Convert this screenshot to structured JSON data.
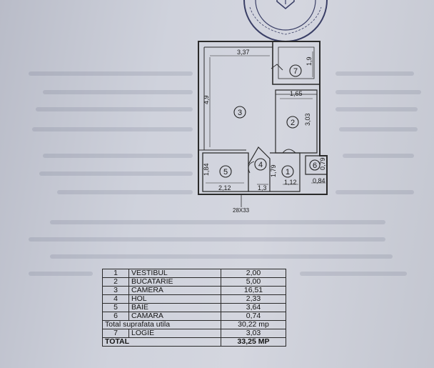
{
  "plan": {
    "dimensions": {
      "top_width": "3,37",
      "left_height": "4,9",
      "right_top": "1,9",
      "kitchen_width": "1,65",
      "kitchen_height": "3,03",
      "bath_width": "2,12",
      "bath_height": "1,84",
      "hall_width": "1,3",
      "hall_height": "1,79",
      "vestibul_width": "1,12",
      "camara_width": "0,84",
      "camara_height": "0,79",
      "bottom_mark": "28X33"
    },
    "rooms": [
      {
        "num": "1"
      },
      {
        "num": "2"
      },
      {
        "num": "3"
      },
      {
        "num": "4"
      },
      {
        "num": "5"
      },
      {
        "num": "6"
      },
      {
        "num": "7"
      }
    ]
  },
  "table": {
    "rows": [
      {
        "num": "1",
        "name": "VESTIBUL",
        "area": "2,00"
      },
      {
        "num": "2",
        "name": "BUCATARIE",
        "area": "5,00"
      },
      {
        "num": "3",
        "name": "CAMERA",
        "area": "16,51"
      },
      {
        "num": "4",
        "name": "HOL",
        "area": "2,33"
      },
      {
        "num": "5",
        "name": "BAIE",
        "area": "3,64"
      },
      {
        "num": "6",
        "name": "CAMARA",
        "area": "0,74"
      }
    ],
    "useful_label": "Total suprafata utila",
    "useful_value": "30,22 mp",
    "logia": {
      "num": "7",
      "name": "LOGIE",
      "area": "3,03"
    },
    "total_label": "TOTAL",
    "total_value": "33,25 MP"
  }
}
